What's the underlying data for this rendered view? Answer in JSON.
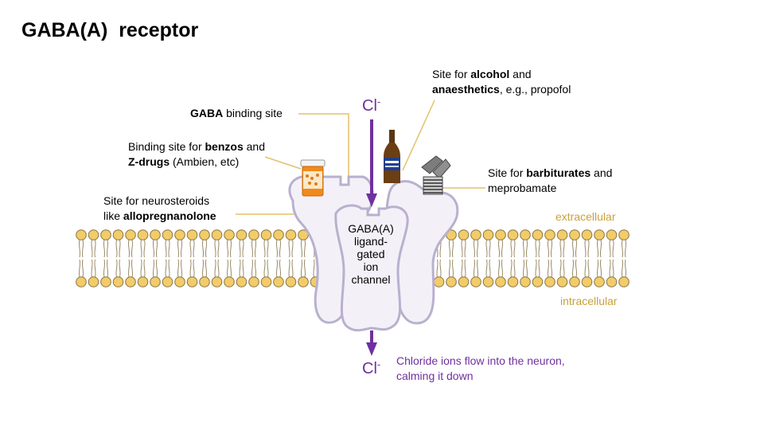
{
  "title": "GABA(A)  receptor",
  "labels": {
    "gaba_site": {
      "bold": "GABA",
      "rest": " binding site"
    },
    "alcohol_site": {
      "pre": "Site for ",
      "bold1": "alcohol",
      "mid": " and",
      "bold2": "anaesthetics",
      "rest": ", e.g., propofol"
    },
    "benzo_site": {
      "pre": "Binding site for ",
      "bold1": "benzos",
      "mid": " and",
      "bold2": "Z-drugs",
      "rest": " (Ambien, etc)"
    },
    "barb_site": {
      "pre": "Site for ",
      "bold1": "barbiturates",
      "mid": " and",
      "line2": "meprobamate"
    },
    "neuro_site": {
      "line1": "Site for neurosteroids",
      "pre": "like ",
      "bold": "allopregnanolone"
    }
  },
  "membrane": {
    "extracellular": "extracellular",
    "intracellular": "intracellular"
  },
  "channel": {
    "lines": [
      "GABA(A)",
      "ligand-",
      "gated",
      "ion",
      "channel"
    ]
  },
  "ions": {
    "base": "Cl",
    "charge": "-"
  },
  "flow_note": {
    "line1": "Chloride ions flow into the neuron,",
    "line2": "calming it down"
  },
  "colors": {
    "purple": "#7030a0",
    "gold": "#c9a13a",
    "membrane_fill": "#f2cc6a",
    "protein_fill": "#f3f1f7",
    "protein_stroke": "#b9b0cf"
  }
}
